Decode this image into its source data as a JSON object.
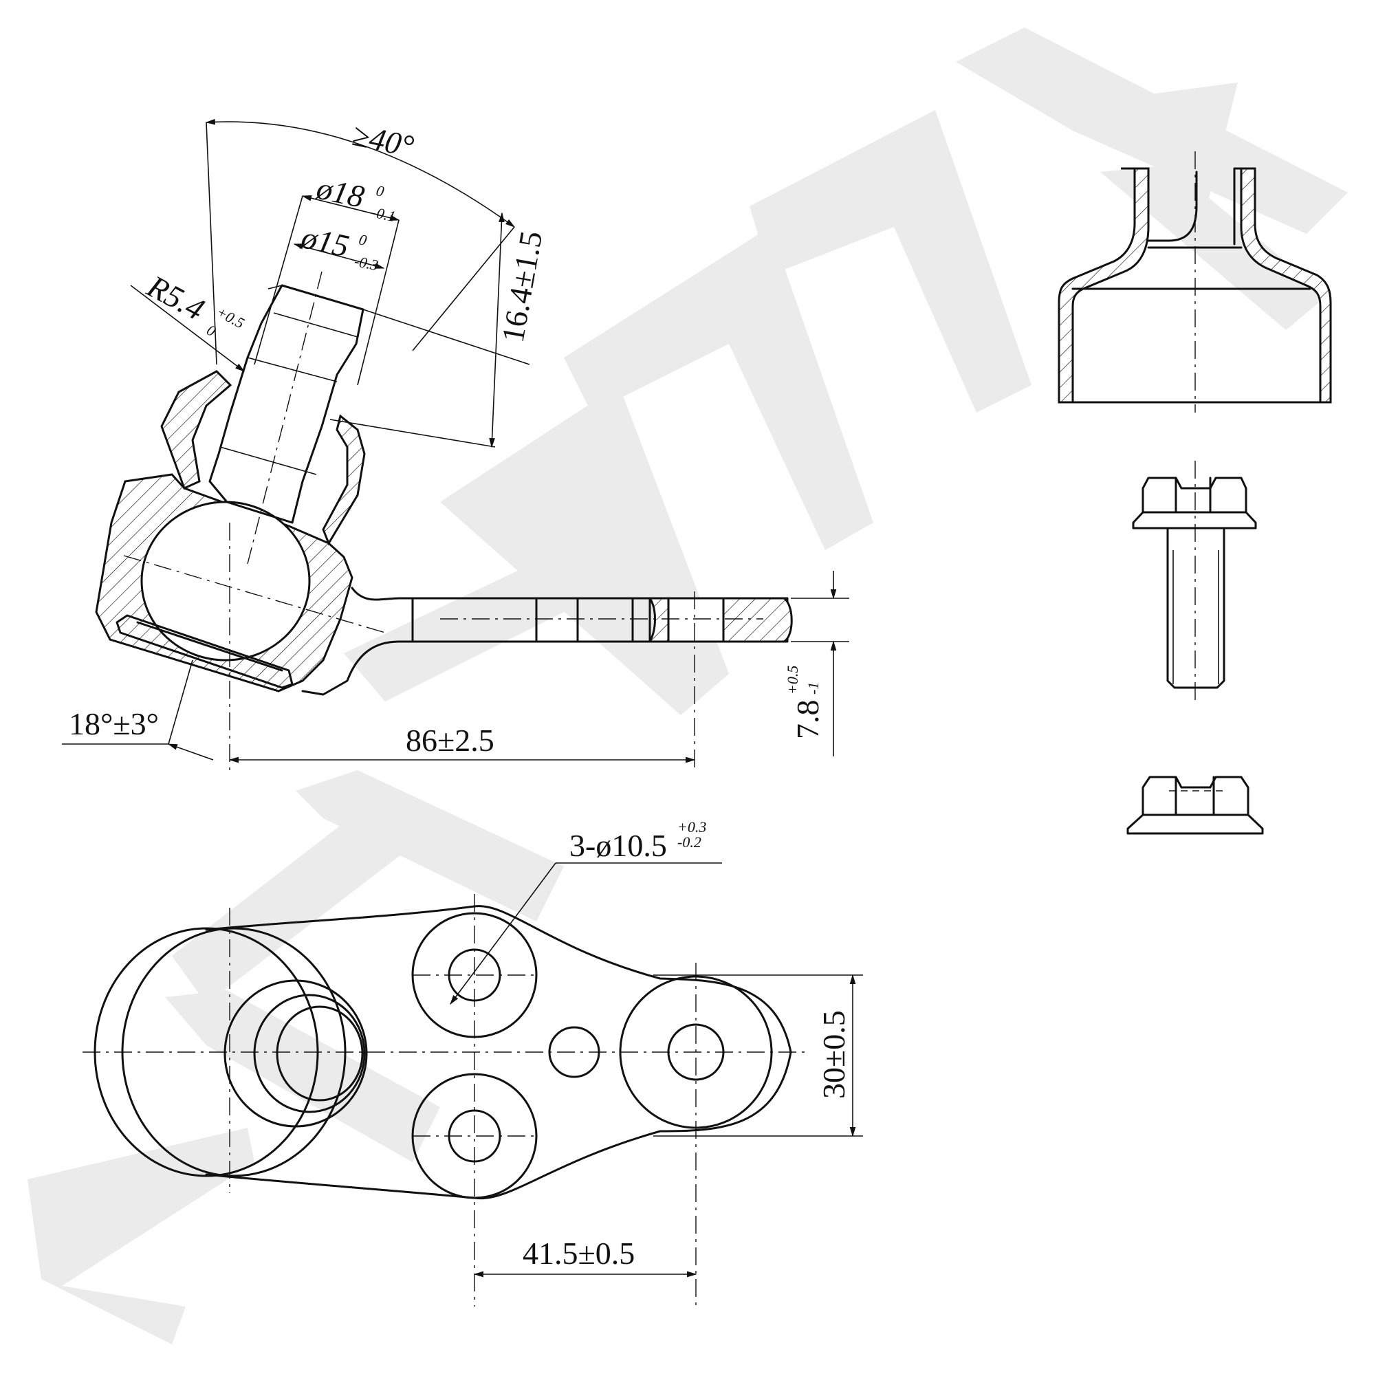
{
  "watermark": {
    "text": "YAENNEX"
  },
  "side_view": {
    "angle_label": "≥40°",
    "dia18": {
      "base": "ø18",
      "upper": "0",
      "lower": "-0.1"
    },
    "dia15": {
      "base": "ø15",
      "upper": "0",
      "lower": "-0.3"
    },
    "radius": {
      "base": "R5.4",
      "upper": "+0.5",
      "lower": "0"
    },
    "stud_height": "16.4±1.5",
    "tilt_angle": "18°±3°",
    "length": "86±2.5",
    "thickness": {
      "base": "7.8",
      "upper": "+0.5",
      "lower": "-1"
    }
  },
  "top_view": {
    "holes": {
      "base": "3-ø10.5",
      "upper": "+0.3",
      "lower": "-0.2"
    },
    "width": "30±0.5",
    "spacing": "41.5±0.5"
  },
  "parts": [
    "dust-boot",
    "flange-bolt",
    "flange-nut"
  ]
}
